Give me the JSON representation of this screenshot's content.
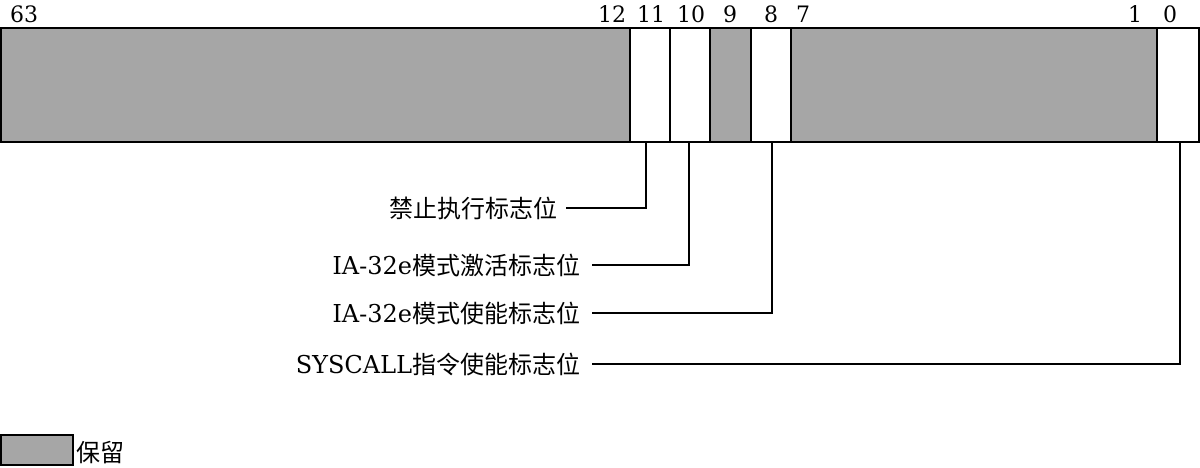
{
  "diagram": {
    "bit_numbers": [
      "63",
      "12",
      "11",
      "10",
      "9",
      "8",
      "7",
      "1",
      "0"
    ],
    "fields": [
      {
        "bits": "63-12",
        "type": "reserved"
      },
      {
        "bits": "11",
        "type": "flag",
        "label": "禁止执行标志位"
      },
      {
        "bits": "10",
        "type": "flag",
        "label": "IA-32e模式激活标志位"
      },
      {
        "bits": "9",
        "type": "reserved"
      },
      {
        "bits": "8",
        "type": "flag",
        "label": "IA-32e模式使能标志位"
      },
      {
        "bits": "7-1",
        "type": "reserved"
      },
      {
        "bits": "0",
        "type": "flag",
        "label": "SYSCALL指令使能标志位"
      }
    ],
    "colors": {
      "reserved": "#a6a6a6",
      "flag": "#ffffff",
      "line": "#000000"
    }
  },
  "legend": {
    "reserved_label": "保留"
  }
}
